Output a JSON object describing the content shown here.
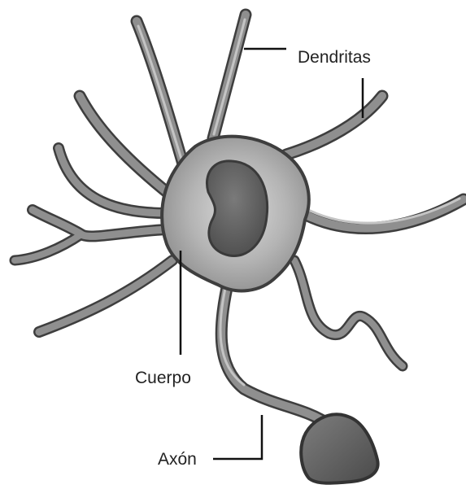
{
  "labels": {
    "dendrites": "Dendritas",
    "cell_body": "Cuerpo",
    "axon": "Axón"
  },
  "colors": {
    "outline": "#3e3e3e",
    "fill_dark": "#707070",
    "fill_mid": "#9c9c9c",
    "fill_light": "#d6d6d6",
    "nucleus": "#5e5e5e",
    "leader_line": "#111111",
    "label_text": "#222222",
    "background": "#ffffff"
  }
}
